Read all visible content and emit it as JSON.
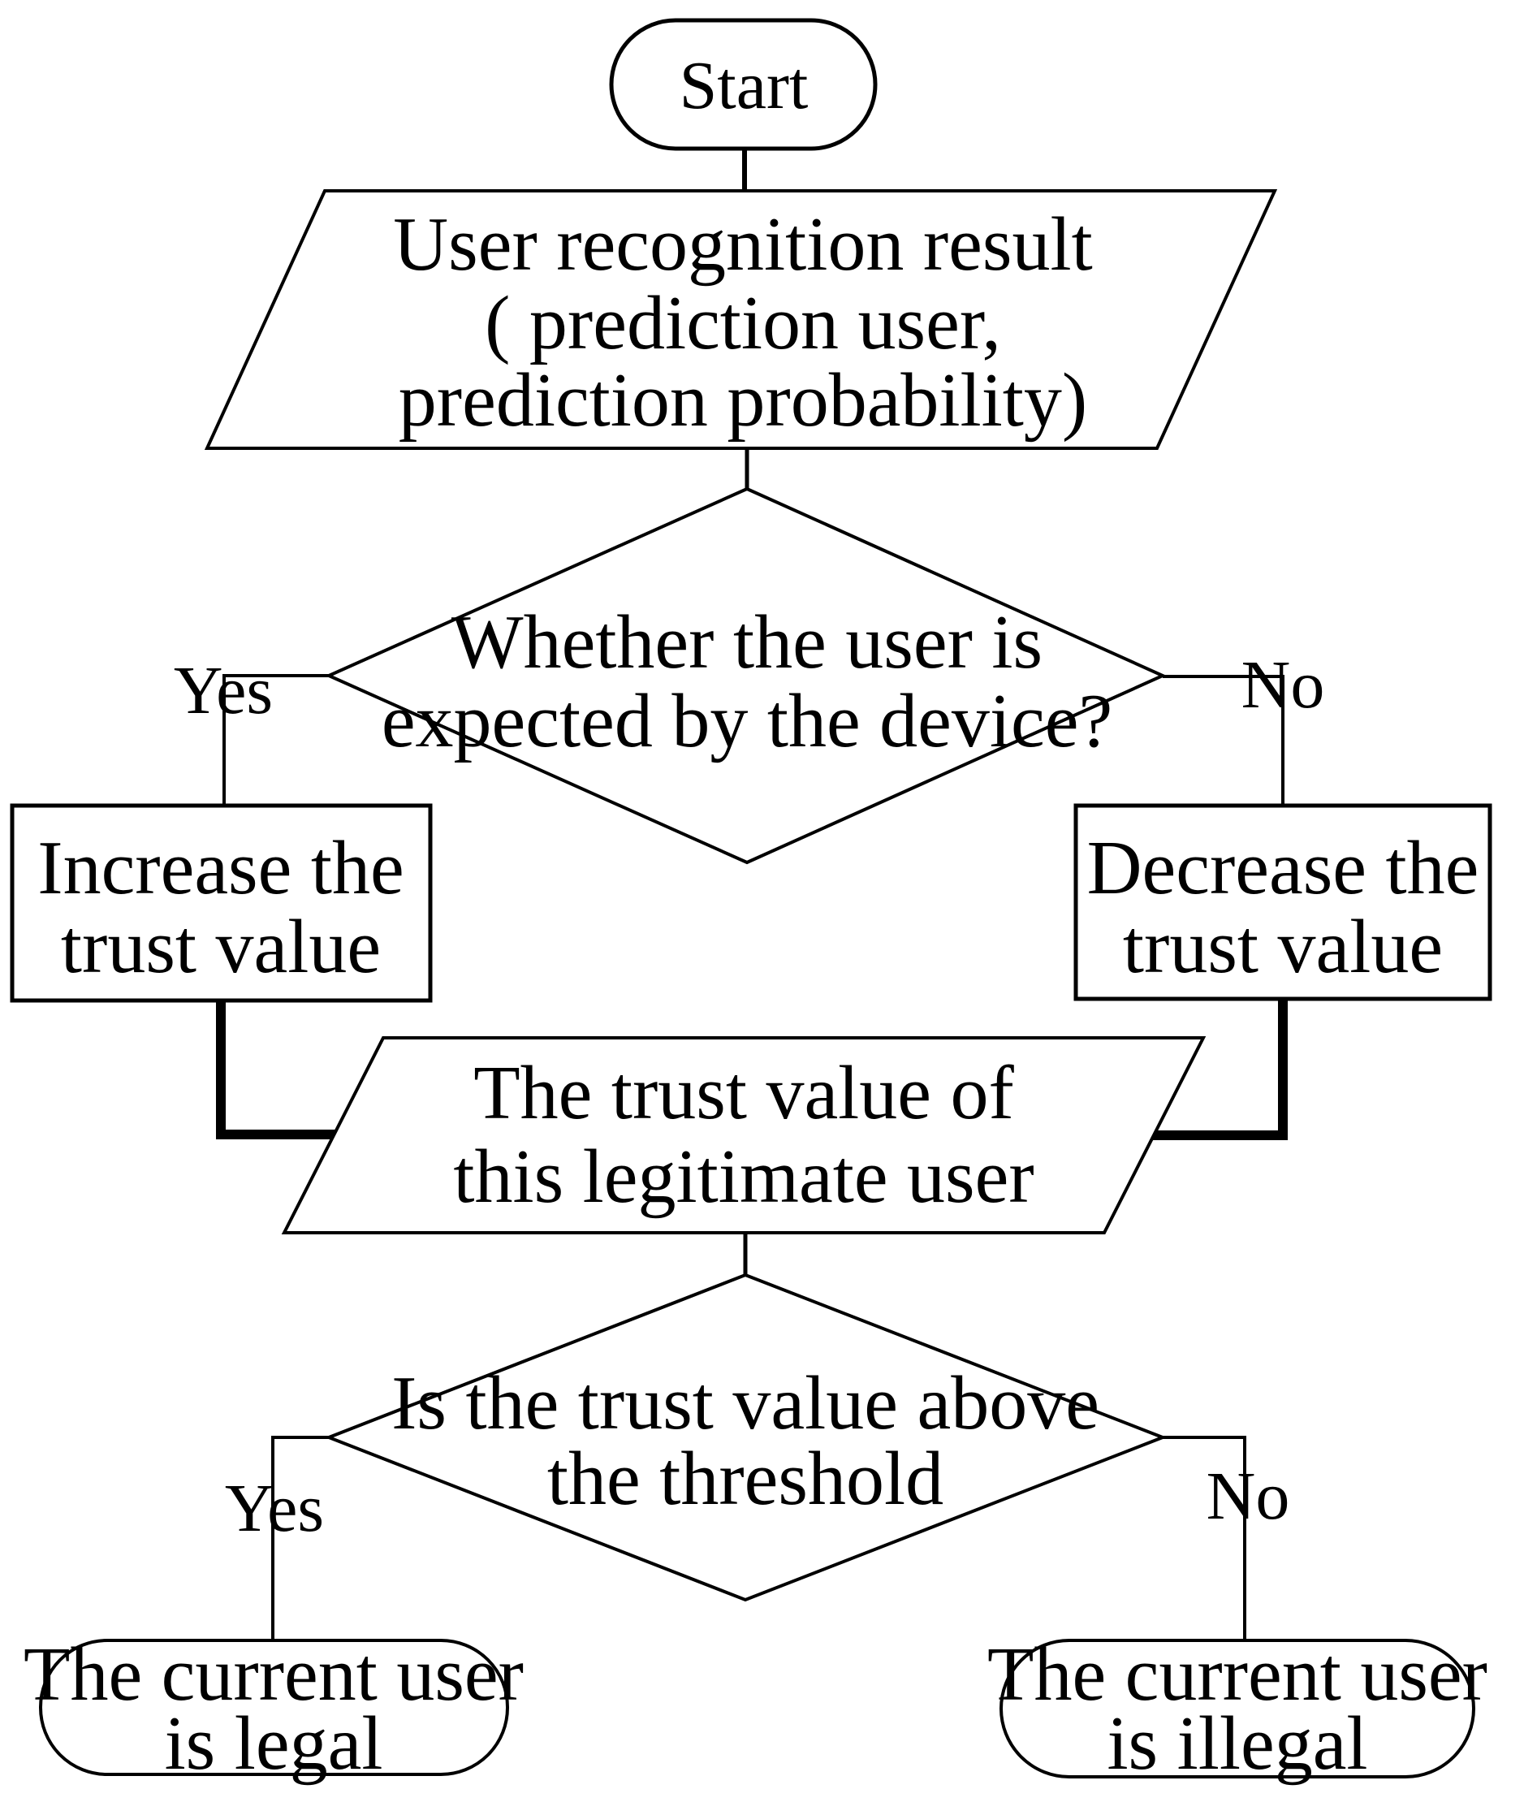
{
  "diagram": {
    "type": "flowchart",
    "background_color": "#ffffff",
    "line_color": "#000000",
    "nodes": {
      "start": {
        "shape": "terminator",
        "label": "Start"
      },
      "input": {
        "shape": "parallelogram",
        "lines": [
          "User recognition result",
          "( prediction user,",
          "prediction probability)"
        ]
      },
      "decision1": {
        "shape": "diamond",
        "lines": [
          "Whether the user is",
          "expected by the device?"
        ]
      },
      "increase": {
        "shape": "process",
        "lines": [
          "Increase the",
          "trust value"
        ]
      },
      "decrease": {
        "shape": "process",
        "lines": [
          "Decrease the",
          "trust value"
        ]
      },
      "trust": {
        "shape": "parallelogram",
        "lines": [
          "The trust value of",
          "this legitimate user"
        ]
      },
      "decision2": {
        "shape": "diamond",
        "lines": [
          "Is the trust value above",
          "the threshold"
        ]
      },
      "legal": {
        "shape": "terminator",
        "lines": [
          "The current user",
          "is legal"
        ]
      },
      "illegal": {
        "shape": "terminator",
        "lines": [
          "The current user",
          "is illegal"
        ]
      }
    },
    "edges": {
      "yes1": {
        "label": "Yes"
      },
      "no1": {
        "label": "No"
      },
      "yes2": {
        "label": "Yes"
      },
      "no2": {
        "label": "No"
      }
    }
  }
}
